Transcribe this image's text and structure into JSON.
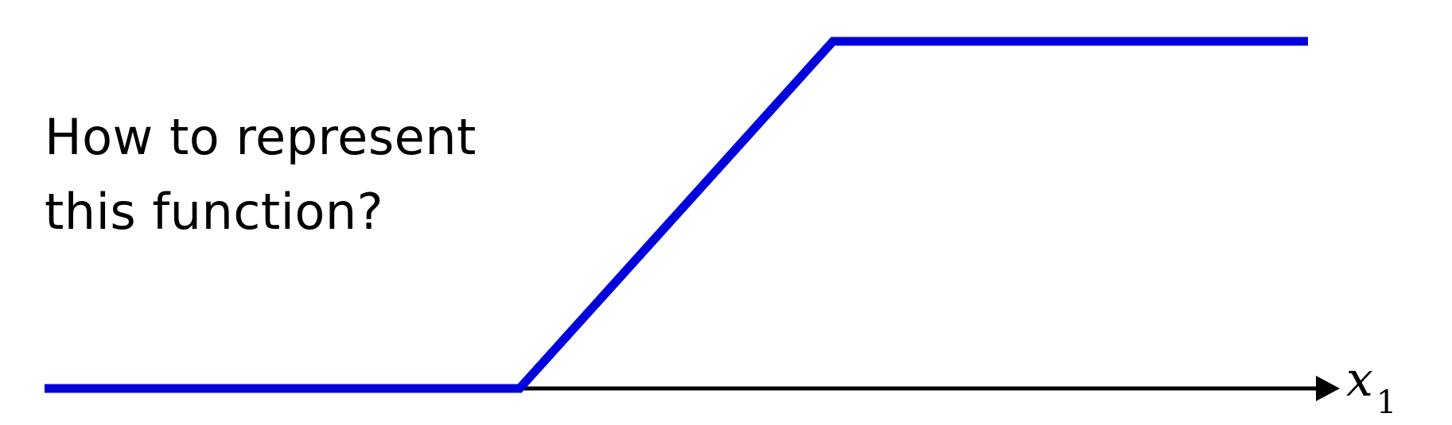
{
  "question": {
    "line1": "How to represent",
    "line2": "this function?"
  },
  "axis": {
    "var": "x",
    "sub": "1"
  },
  "function": {
    "type": "piecewise-linear",
    "breakpoints": [
      {
        "x": 0,
        "y": 0
      },
      {
        "x": 1,
        "y": 0
      },
      {
        "x": 1.66,
        "y": 1
      },
      {
        "x": 2.66,
        "y": 1
      }
    ]
  },
  "colors": {
    "curve": "#0000dd",
    "axis": "#000000"
  },
  "icons": {
    "axis_arrow": "arrowhead-right-icon"
  }
}
